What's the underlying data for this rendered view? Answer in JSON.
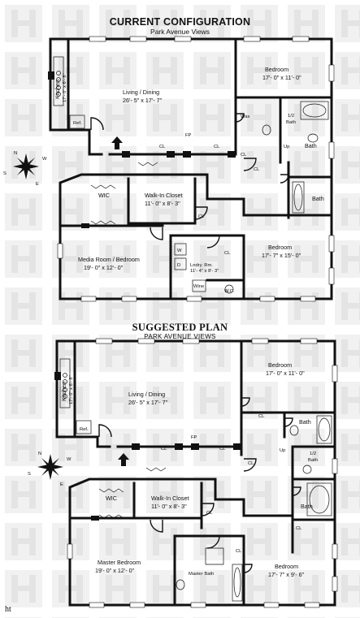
{
  "current": {
    "title": "CURRENT CONFIGURATION",
    "subtitle": "Park Avenue Views",
    "rooms": {
      "kitchen": {
        "name": "Kitchen",
        "dims": "17'- 0\" x 6'- 8\""
      },
      "living": {
        "name": "Living / Dining",
        "dims": "26'- 5\" x 17'- 7\""
      },
      "bedroom_ne": {
        "name": "Bedroom",
        "dims": "17'- 0\" x 11'- 0\""
      },
      "half_bath": {
        "name": "1/2",
        "sub": "Bath"
      },
      "bath_a": {
        "name": "Bath"
      },
      "bath_b": {
        "name": "Bath"
      },
      "wic": {
        "name": "WIC"
      },
      "walkin": {
        "name": "Walk-In Closet",
        "dims": "11'- 0\" x 8'- 3\""
      },
      "media": {
        "name": "Media Room / Bedroom",
        "dims": "19'- 0\" x 12'- 0\""
      },
      "laundry": {
        "name": "Lndry. Rm.",
        "dims": "11'- 4\" x 8'- 3\""
      },
      "bedroom_se": {
        "name": "Bedroom",
        "dims": "17'- 7\" x 15'- 0\""
      },
      "wc": {
        "name": "W.C."
      },
      "wine": {
        "name": "Wine"
      },
      "ref": {
        "name": "Ref."
      },
      "fp": {
        "name": "FP"
      },
      "up": {
        "name": "Up"
      },
      "cl": {
        "name": "CL"
      },
      "w": {
        "name": "W"
      },
      "d": {
        "name": "D"
      },
      "was": {
        "name": "Was"
      }
    }
  },
  "suggested": {
    "title": "SUGGESTED PLAN",
    "subtitle": "PARK AVENUE VIEWS",
    "rooms": {
      "kitchen": {
        "name": "Kitchen",
        "dims": "17'- 0\" x 6'- 8\""
      },
      "living": {
        "name": "Living / Dining",
        "dims": "26'- 5\" x 17'- 7\""
      },
      "bedroom_ne": {
        "name": "Bedroom",
        "dims": "17'- 0\" x 11'- 0\""
      },
      "bath_a": {
        "name": "Bath"
      },
      "half_bath": {
        "name": "1/2",
        "sub": "Bath"
      },
      "bath_b": {
        "name": "Bath"
      },
      "wic": {
        "name": "WIC"
      },
      "walkin": {
        "name": "Walk-In Closet",
        "dims": "11'- 0\" x 8'- 3\""
      },
      "master": {
        "name": "Master Bedroom",
        "dims": "19'- 0\" x 12'- 0\""
      },
      "master_bath": {
        "name": "Master Bath"
      },
      "bedroom_se": {
        "name": "Bedroom",
        "dims": "17'- 7\" x 9'- 6\""
      },
      "ref": {
        "name": "Ref."
      },
      "fp": {
        "name": "FP"
      },
      "up": {
        "name": "Up"
      },
      "cl": {
        "name": "CL"
      }
    }
  },
  "compass": {
    "n": "N",
    "s": "S",
    "e": "E",
    "w": "W"
  },
  "footer": "ht"
}
